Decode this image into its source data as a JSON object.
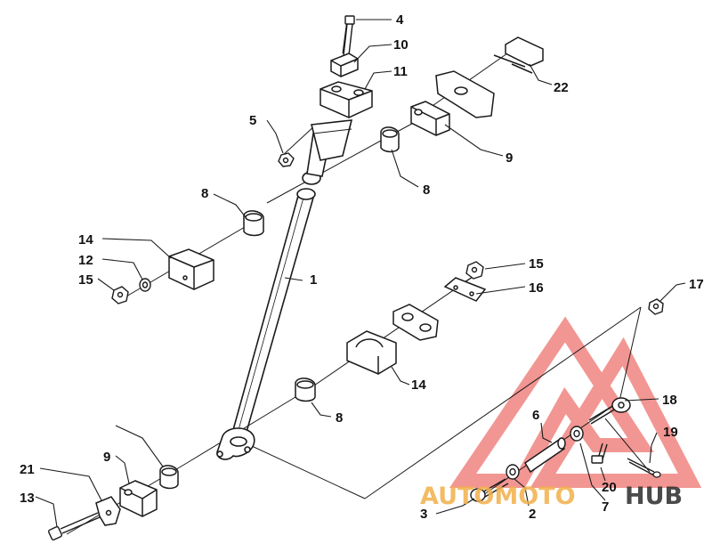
{
  "callouts": [
    "4",
    "10",
    "11",
    "5",
    "22",
    "9",
    "8",
    "14",
    "12",
    "15",
    "1",
    "15",
    "16",
    "17",
    "14",
    "8",
    "18",
    "6",
    "19",
    "8",
    "9",
    "21",
    "13",
    "3",
    "2",
    "20",
    "7"
  ],
  "watermark": {
    "part1": "AUTOMOTO",
    "part2": "HUB",
    "color1": "#f2b04a",
    "color2": "#2b2b2b",
    "triangle_color": "#e8413b"
  },
  "colors": {
    "line": "#1a1a1a",
    "background": "#ffffff"
  }
}
